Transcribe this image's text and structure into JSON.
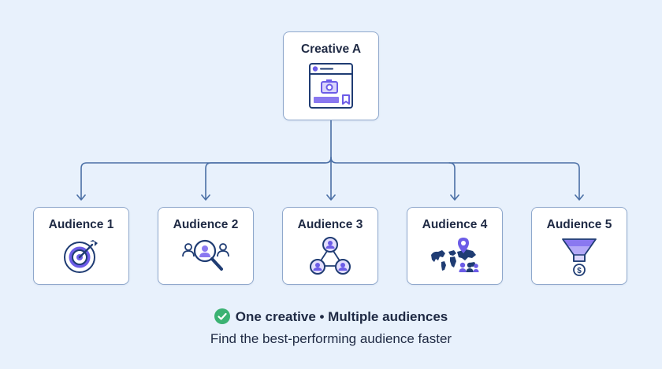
{
  "creative": {
    "label": "Creative A"
  },
  "audiences": [
    {
      "label": "Audience 1",
      "icon": "target-icon"
    },
    {
      "label": "Audience 2",
      "icon": "audience-search-icon"
    },
    {
      "label": "Audience 3",
      "icon": "network-icon"
    },
    {
      "label": "Audience 4",
      "icon": "world-map-pin-icon"
    },
    {
      "label": "Audience 5",
      "icon": "funnel-dollar-icon"
    }
  ],
  "footer": {
    "tagline": "One creative • Multiple audiences",
    "subline": "Find the best-performing audience faster"
  },
  "colors": {
    "background": "#e8f1fc",
    "line": "#4a6fa5",
    "accent": "#6c5ce7",
    "icon_stroke": "#1f3c73",
    "check": "#3bb273"
  }
}
